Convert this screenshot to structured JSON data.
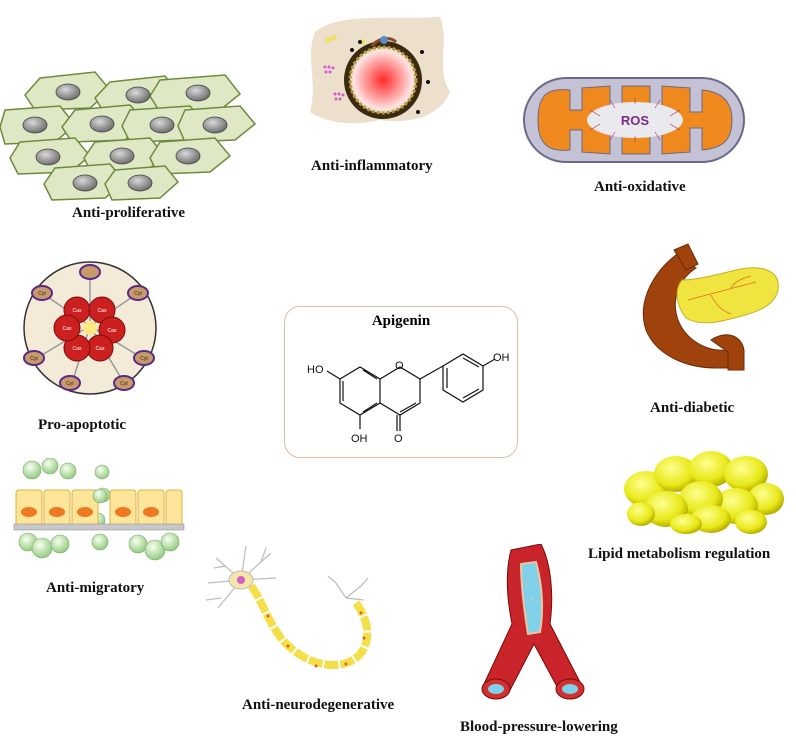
{
  "center": {
    "title": "Apigenin",
    "atoms": {
      "ho_left": "HO",
      "oh_right": "OH",
      "oh_bottom": "OH",
      "o_ring": "O",
      "o_carbonyl": "O"
    }
  },
  "effects": {
    "anti_proliferative": "Anti-proliferative",
    "anti_inflammatory": "Anti-inflammatory",
    "anti_oxidative": "Anti-oxidative",
    "pro_apoptotic": "Pro-apoptotic",
    "anti_diabetic": "Anti-diabetic",
    "lipid": "Lipid metabolism regulation",
    "anti_migratory": "Anti-migratory",
    "anti_neurodegenerative": "Anti-neurodegenerative",
    "blood_pressure": "Blood-pressure-lowering"
  },
  "icons": {
    "ros": "ROS",
    "cyt": "Cyt",
    "cas": "Cas"
  },
  "colors": {
    "box_border": "#e8b99a",
    "cell_fill": "#dfe8c4",
    "mito": "#f08a1e",
    "pancreas": "#a0420c",
    "fat": "#f0f020",
    "vessel": "#c8242a"
  }
}
